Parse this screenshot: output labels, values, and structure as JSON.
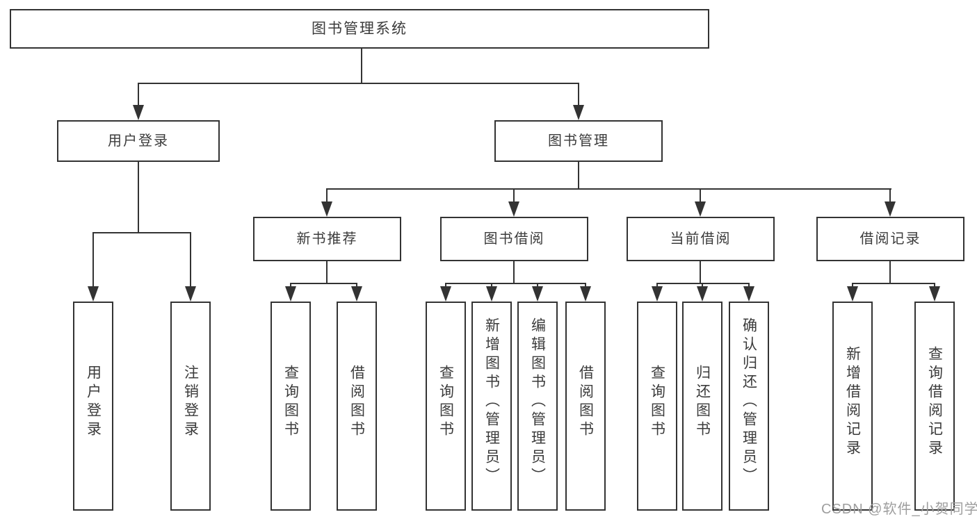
{
  "tree": {
    "label": "图书管理系统",
    "children": [
      {
        "label": "用户登录",
        "children": [
          {
            "label": "用户登录"
          },
          {
            "label": "注销登录"
          }
        ]
      },
      {
        "label": "图书管理",
        "children": [
          {
            "label": "新书推荐",
            "children": [
              {
                "label": "查询图书"
              },
              {
                "label": "借阅图书"
              }
            ]
          },
          {
            "label": "图书借阅",
            "children": [
              {
                "label": "查询图书"
              },
              {
                "label": "新增图书（管理员）"
              },
              {
                "label": "编辑图书（管理员）"
              },
              {
                "label": "借阅图书"
              }
            ]
          },
          {
            "label": "当前借阅",
            "children": [
              {
                "label": "查询图书"
              },
              {
                "label": "归还图书"
              },
              {
                "label": "确认归还（管理员）"
              }
            ]
          },
          {
            "label": "借阅记录",
            "children": [
              {
                "label": "新增借阅记录"
              },
              {
                "label": "查询借阅记录"
              }
            ]
          }
        ]
      }
    ]
  },
  "watermark": {
    "text": "CSDN @软件_小贺同学"
  },
  "colors": {
    "line": "#333333",
    "box_fill": "#ffffff",
    "text": "#3b3b3b",
    "watermark": "#9e9e9e"
  }
}
